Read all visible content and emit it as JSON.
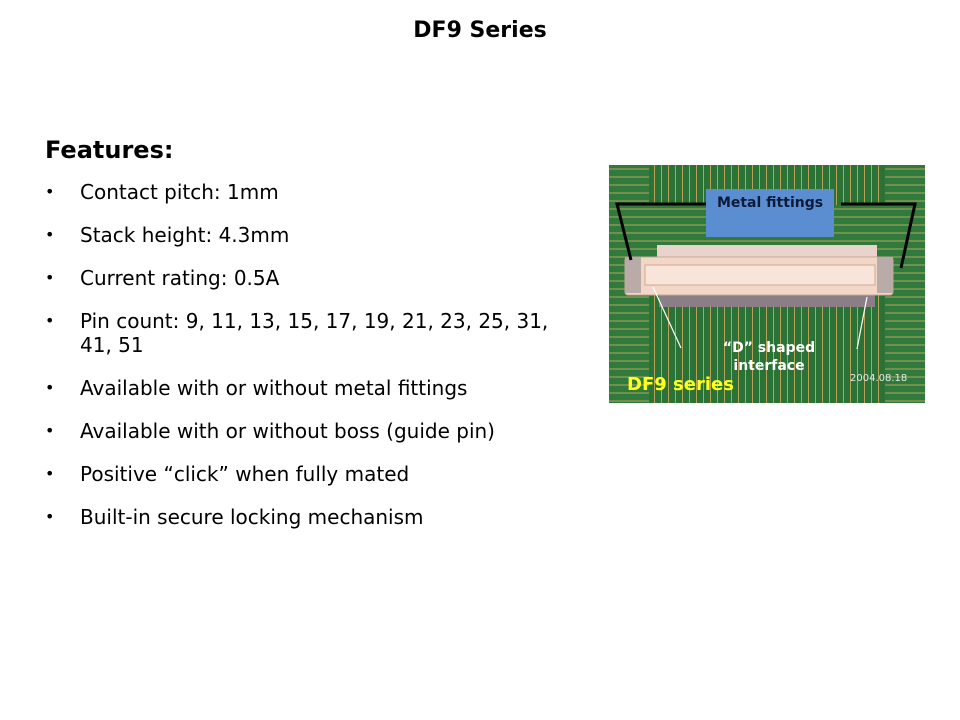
{
  "slide": {
    "title": "DF9 Series",
    "features_heading": "Features:",
    "bullet_symbol": "•",
    "features": [
      "Contact pitch: 1mm",
      "Stack height: 4.3mm",
      "Current rating: 0.5A",
      "Pin count: 9, 11, 13, 15, 17, 19, 21, 23, 25, 31, 41, 51",
      "Available with or without metal fittings",
      "Available with or without boss (guide pin)",
      "Positive “click” when fully mated",
      "Built-in secure locking mechanism"
    ]
  },
  "photo": {
    "callout_metal": "Metal fittings",
    "callout_interface": "“D” shaped interface",
    "caption": "DF9 series",
    "date_stamp": "2004.08.18"
  }
}
